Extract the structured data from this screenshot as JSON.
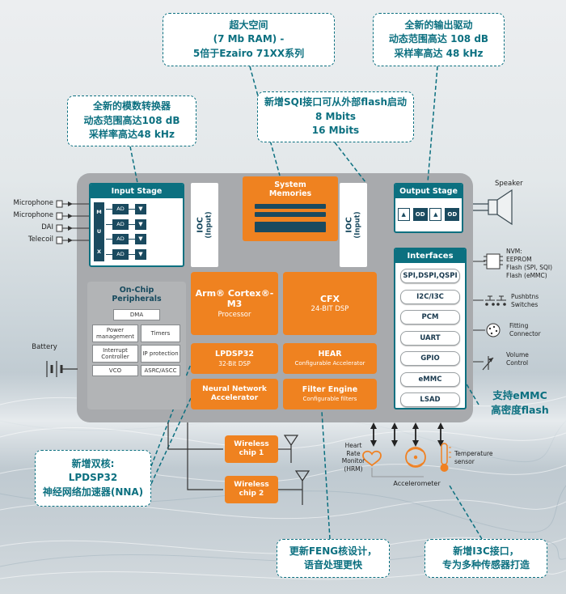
{
  "glyphs": {
    "down_arrow": "▼",
    "up_arrow": "▲"
  },
  "callouts": {
    "ram": [
      "超大空间",
      "(7 Mb RAM) -",
      "5倍于Ezairo 71XX系列"
    ],
    "output_drive": [
      "全新的输出驱动",
      "动态范围高达 108 dB",
      "采样率高达 48 kHz"
    ],
    "adc": [
      "全新的模数转换器",
      "动态范围高达108 dB",
      "采样率高达48 kHz"
    ],
    "sqi": [
      "新增SQI接口可从外部flash启动",
      "8 Mbits",
      "16 Mbits"
    ],
    "dual_core": [
      "新增双核:",
      "LPDSP32",
      "神经网络加速器(NNA)"
    ],
    "feng": [
      "更新FENG核设计，",
      "语音处理更快"
    ],
    "i3c": [
      "新增I3C接口，",
      "专为多种传感器打造"
    ],
    "emmc": [
      "支持eMMC",
      "高密度flash"
    ]
  },
  "chip": {
    "input_stage": {
      "title": "Input Stage",
      "mux_letters": [
        "M",
        "U",
        "X"
      ],
      "ad": "AD"
    },
    "ioc_left": {
      "line1": "IOC",
      "line2": "(Input)"
    },
    "ioc_right": {
      "line1": "IOC",
      "line2": "(Input)"
    },
    "system_memories": {
      "title_l1": "System",
      "title_l2": "Memories"
    },
    "output_stage": {
      "title": "Output Stage",
      "od": "OD"
    },
    "peripherals": {
      "title_l1": "On-Chip",
      "title_l2": "Peripherals",
      "dma": "DMA",
      "power_management": "Power management",
      "timers": "Timers",
      "interrupt_controller": "Interrupt Controller",
      "ip_protection": "IP protection",
      "vco": "VCO",
      "asrc": "ASRC/ASCC"
    },
    "cortex_m3": {
      "title": "Arm® Cortex®-M3",
      "subtitle": "Processor"
    },
    "cfx": {
      "title": "CFX",
      "subtitle": "24-BIT DSP"
    },
    "lpdsp32": {
      "title": "LPDSP32",
      "subtitle": "32-Bit DSP"
    },
    "hear": {
      "title": "HEAR",
      "subtitle": "Configurable Accelerator"
    },
    "nna": {
      "title_l1": "Neural Network",
      "title_l2": "Accelerator"
    },
    "filter_engine": {
      "title": "Filter Engine",
      "subtitle": "Configurable filters"
    },
    "interfaces": {
      "title": "Interfaces",
      "items": [
        "SPI,DSPI,QSPI",
        "I2C/I3C",
        "PCM",
        "UART",
        "GPIO",
        "eMMC",
        "LSAD"
      ]
    }
  },
  "left": {
    "inputs": [
      "Microphone",
      "Microphone",
      "DAI",
      "Telecoil"
    ],
    "battery": "Battery"
  },
  "right": {
    "speaker": "Speaker",
    "nvm": [
      "NVM:",
      "EEPROM",
      "Flash (SPI, SQI)",
      "Flash (eMMC)"
    ],
    "pushbtns": [
      "Pushbtns",
      "Switches"
    ],
    "fitting": [
      "Fitting",
      "Connector"
    ],
    "volume": [
      "Volume",
      "Control"
    ]
  },
  "bottom": {
    "wireless1": [
      "Wireless",
      "chip 1"
    ],
    "wireless2": [
      "Wireless",
      "chip 2"
    ],
    "hrm": [
      "Heart",
      "Rate",
      "Monitor",
      "(HRM)"
    ],
    "accelerometer": "Accelerometer",
    "temperature": [
      "Temperature",
      "sensor"
    ]
  }
}
